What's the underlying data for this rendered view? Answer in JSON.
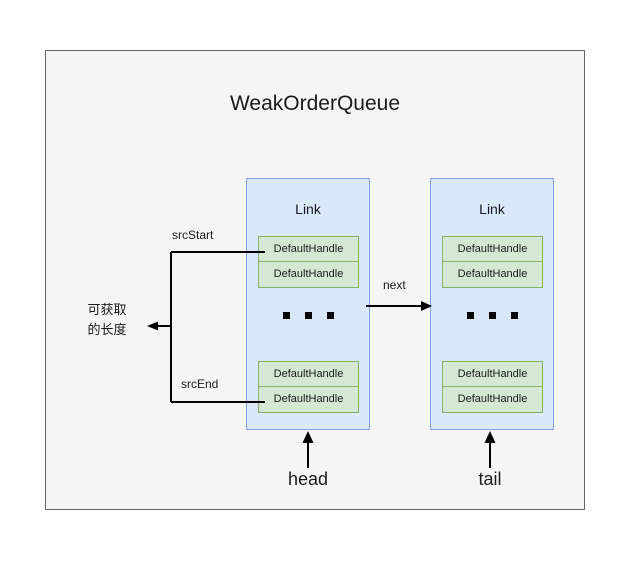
{
  "diagram": {
    "title": "WeakOrderQueue",
    "background_color": "#f5f5f5",
    "border_color": "#666666",
    "link_fill": "#dae8fc",
    "link_stroke": "#7ea6e0",
    "handle_fill": "#d5e8d4",
    "handle_stroke": "#82b366",
    "line_color": "#000000"
  },
  "links": [
    {
      "title": "Link",
      "role": "head",
      "top_handles": [
        "DefaultHandle",
        "DefaultHandle"
      ],
      "bottom_handles": [
        "DefaultHandle",
        "DefaultHandle"
      ],
      "ellipsis": "..."
    },
    {
      "title": "Link",
      "role": "tail",
      "top_handles": [
        "DefaultHandle",
        "DefaultHandle"
      ],
      "bottom_handles": [
        "DefaultHandle",
        "DefaultHandle"
      ],
      "ellipsis": "..."
    }
  ],
  "annotations": {
    "src_start": "srcStart",
    "src_end": "srcEnd",
    "available_length": "可获取\n的长度",
    "next": "next",
    "head": "head",
    "tail": "tail"
  }
}
